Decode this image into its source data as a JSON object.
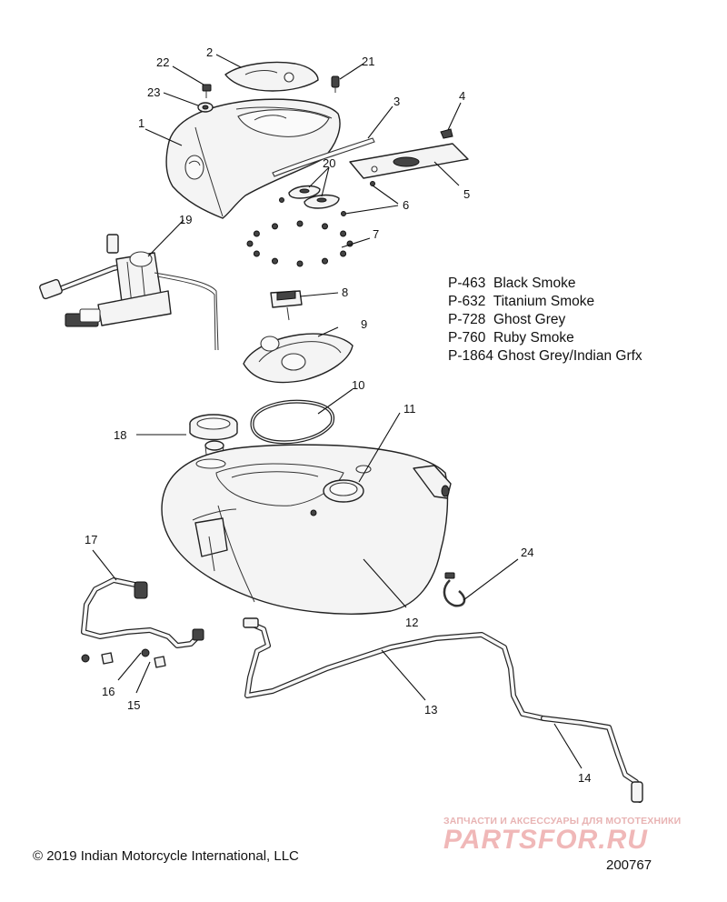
{
  "callouts": [
    {
      "id": "callout-1",
      "label": "1"
    },
    {
      "id": "callout-2",
      "label": "2"
    },
    {
      "id": "callout-3",
      "label": "3"
    },
    {
      "id": "callout-4",
      "label": "4"
    },
    {
      "id": "callout-5",
      "label": "5"
    },
    {
      "id": "callout-6",
      "label": "6"
    },
    {
      "id": "callout-7",
      "label": "7"
    },
    {
      "id": "callout-8",
      "label": "8"
    },
    {
      "id": "callout-9",
      "label": "9"
    },
    {
      "id": "callout-10",
      "label": "10"
    },
    {
      "id": "callout-11",
      "label": "11"
    },
    {
      "id": "callout-12",
      "label": "12"
    },
    {
      "id": "callout-13",
      "label": "13"
    },
    {
      "id": "callout-14",
      "label": "14"
    },
    {
      "id": "callout-15",
      "label": "15"
    },
    {
      "id": "callout-16",
      "label": "16"
    },
    {
      "id": "callout-17",
      "label": "17"
    },
    {
      "id": "callout-18",
      "label": "18"
    },
    {
      "id": "callout-19",
      "label": "19"
    },
    {
      "id": "callout-20",
      "label": "20"
    },
    {
      "id": "callout-21",
      "label": "21"
    },
    {
      "id": "callout-22",
      "label": "22"
    },
    {
      "id": "callout-23",
      "label": "23"
    },
    {
      "id": "callout-24",
      "label": "24"
    }
  ],
  "legend": [
    {
      "code": "P-463",
      "name": "Black Smoke"
    },
    {
      "code": "P-632",
      "name": "Titanium Smoke"
    },
    {
      "code": "P-728",
      "name": "Ghost Grey"
    },
    {
      "code": "P-760",
      "name": "Ruby Smoke"
    },
    {
      "code": "P-1864",
      "name": "Ghost Grey/Indian Grfx"
    }
  ],
  "copyright": "© 2019 Indian Motorcycle International, LLC",
  "diagram_id": "200767",
  "watermark": {
    "tagline": "ЗАПЧАСТИ И АКСЕССУАРЫ ДЛЯ МОТОТЕХНИКИ",
    "brand": "PARTSFOR.RU"
  }
}
